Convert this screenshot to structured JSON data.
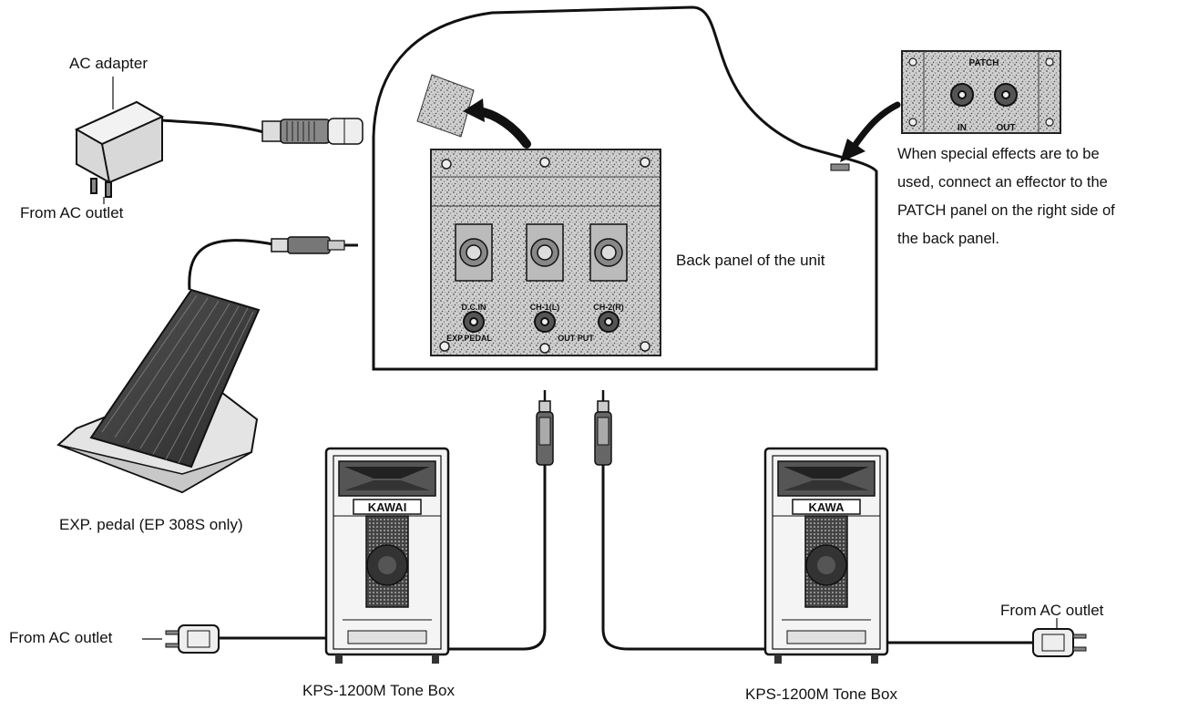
{
  "labels": {
    "ac_adapter": "AC adapter",
    "adapter_from_outlet": "From AC outlet",
    "back_panel": "Back panel of the unit",
    "exp_pedal": "EXP. pedal (EP 308S only)",
    "left_from_outlet": "From AC outlet",
    "right_from_outlet": "From AC outlet",
    "left_tone_box": "KPS-1200M Tone Box",
    "right_tone_box": "KPS-1200M Tone Box"
  },
  "patch_note": {
    "lines": [
      "When special effects are to be",
      "used, connect an effector to the",
      "PATCH panel on the right side of",
      "the back panel."
    ]
  },
  "panel_markings": {
    "dc_in": "D.C.IN",
    "ch1": "CH-1(L)",
    "ch2": "CH-2(R)",
    "exp_pedal": "EXP.PEDAL",
    "output": "OUT PUT"
  },
  "patch_markings": {
    "title": "PATCH",
    "in": "IN",
    "out": "OUT"
  },
  "brand": {
    "left": "KAWAI",
    "right": "KAWA"
  }
}
